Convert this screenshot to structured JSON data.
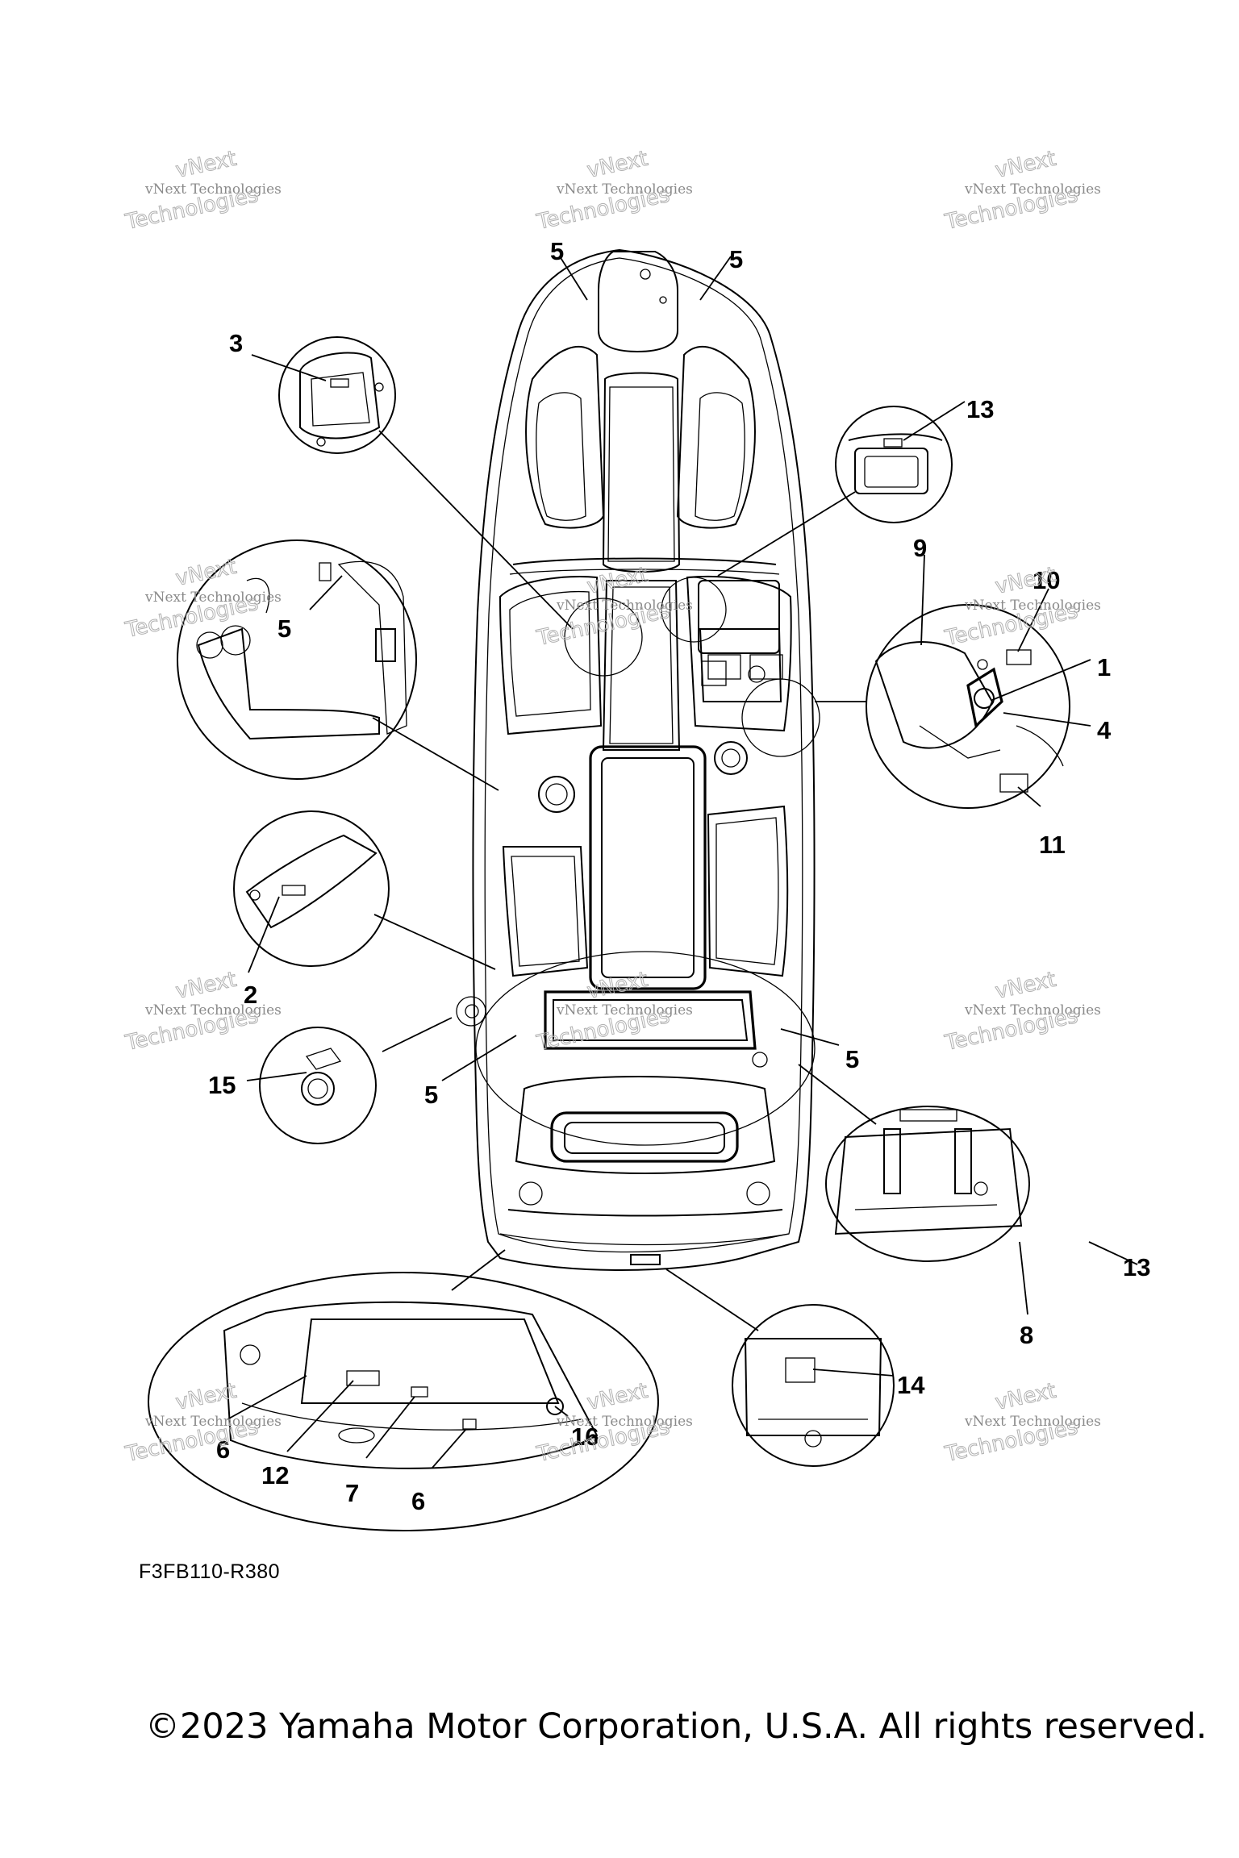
{
  "diagram": {
    "callouts": [
      "1",
      "2",
      "3",
      "4",
      "5",
      "6",
      "7",
      "8",
      "9",
      "10",
      "11",
      "12",
      "13",
      "14",
      "15",
      "16"
    ],
    "watermark_small": "vNext Technologies",
    "watermark_big_line1": "vNext",
    "watermark_big_line2": "Technologies"
  },
  "footer": {
    "part_code": "F3FB110-R380",
    "copyright": "©2023 Yamaha Motor Corporation, U.S.A. All rights reserved."
  }
}
